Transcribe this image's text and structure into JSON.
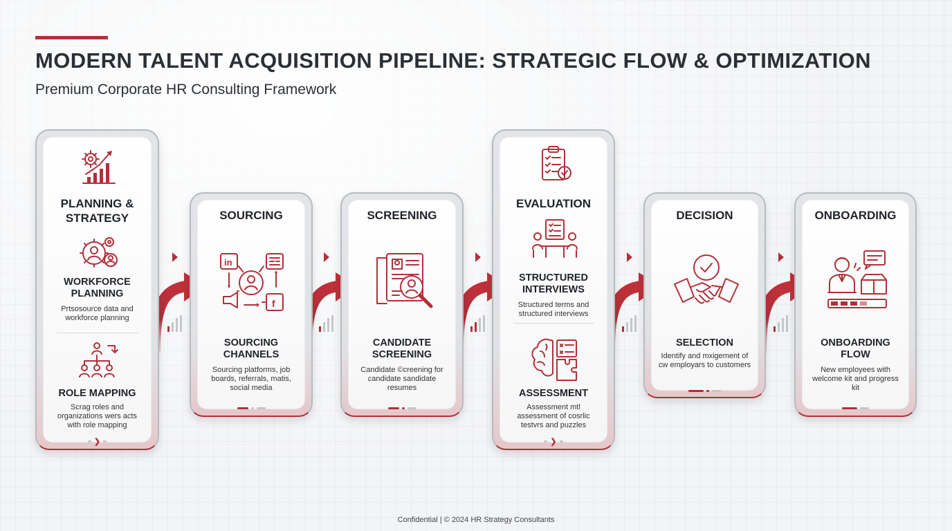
{
  "header": {
    "title": "MODERN TALENT ACQUISITION PIPELINE: STRATEGIC FLOW & OPTIMIZATION",
    "subtitle": "Premium Corporate HR Consulting Framework"
  },
  "stages": [
    {
      "title": "PLANNING & STRATEGY",
      "sections": [
        {
          "label": "WORKFORCE PLANNING",
          "desc": "Prtsosource data and workforce planning",
          "icon": "gear-people-icon"
        },
        {
          "label": "ROLE MAPPING",
          "desc": "Scrag roles and organizations wers acts with role mapping",
          "icon": "org-chart-icon"
        }
      ],
      "title_icon": "gear-growth-chart-icon"
    },
    {
      "title": "SOURCING",
      "sections": [
        {
          "label": "SOURCING CHANNELS",
          "desc": "Sourcing platforms, job boards, referrals, matis, social media",
          "icon": "sourcing-network-icon"
        }
      ]
    },
    {
      "title": "SCREENING",
      "sections": [
        {
          "label": "CANDIDATE SCREENING",
          "desc": "Candidate ©creening for candidate sandidate resumes",
          "icon": "resume-magnifier-icon"
        }
      ]
    },
    {
      "title": "EVALUATION",
      "title_icon": "clipboard-check-icon",
      "sections": [
        {
          "label": "STRUCTURED INTERVIEWS",
          "desc": "Structured terms and structured interviews",
          "icon": "interview-table-icon"
        },
        {
          "label": "ASSESSMENT",
          "desc": "Assessment mtl assessment of cosrlic testvrs and puzzles",
          "icon": "brain-puzzle-icon"
        }
      ]
    },
    {
      "title": "DECISION",
      "sections": [
        {
          "label": "SELECTION",
          "desc": "Identify and mxigement of cw employars to customers",
          "icon": "handshake-check-icon"
        }
      ]
    },
    {
      "title": "ONBOARDING",
      "sections": [
        {
          "label": "ONBOARDING FLOW",
          "desc": "New employees with welcome kit and progress kit",
          "icon": "employee-welcome-kit-icon"
        }
      ]
    }
  ],
  "colors": {
    "accent": "#b0303a",
    "text": "#1f2329",
    "card_border": "#b7bbc1"
  },
  "footer": {
    "text": "Confidential | © 2024 HR Strategy Consultants"
  }
}
